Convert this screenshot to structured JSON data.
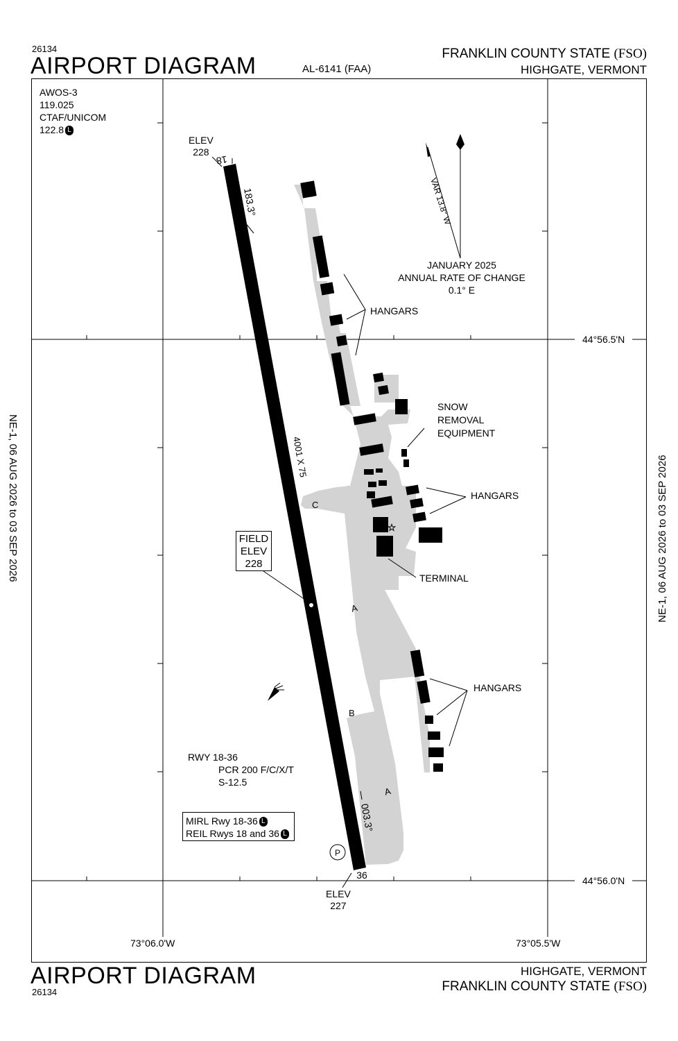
{
  "header": {
    "procedure_number_top": "26134",
    "title_top": "AIRPORT DIAGRAM",
    "chart_id": "AL-6141 (FAA)",
    "airport_name_top": "FRANKLIN COUNTY STATE",
    "airport_id_top": "(FSO)",
    "city_state_top": "HIGHGATE, VERMONT"
  },
  "footer": {
    "title_bottom": "AIRPORT DIAGRAM",
    "procedure_number_bottom": "26134",
    "city_state_bottom": "HIGHGATE, VERMONT",
    "airport_name_bottom": "FRANKLIN COUNTY STATE",
    "airport_id_bottom": "(FSO)"
  },
  "margins": {
    "left_cycle": "NE-1,  06 AUG 2026  to  03 SEP 2026",
    "right_cycle": "NE-1,  06 AUG 2026  to  03 SEP 2026"
  },
  "comms": {
    "awos": "AWOS-3",
    "awos_freq": "119.025",
    "ctaf_label": "CTAF/UNICOM",
    "ctaf_freq": "122.8",
    "lighting_badge": "L"
  },
  "runway": {
    "end_north_id": "18",
    "end_south_id": "36",
    "elev_north_label": "ELEV",
    "elev_north_value": "228",
    "elev_south_label": "ELEV",
    "elev_south_value": "227",
    "heading_north": "183.3°",
    "heading_south": "003.3°",
    "dimensions": "4001 X 75",
    "field_elev_line1": "FIELD",
    "field_elev_line2": "ELEV",
    "field_elev_value": "228"
  },
  "runway_info": {
    "line1": "RWY 18-36",
    "line2": "PCR 200 F/C/X/T",
    "line3": "S-12.5"
  },
  "lighting_box": {
    "line1": "MIRL Rwy 18-36",
    "line2": "REIL Rwys 18 and 36",
    "badge": "L"
  },
  "taxiways": {
    "a_upper": "A",
    "a_lower": "A",
    "b": "B",
    "c": "C",
    "parking": "P"
  },
  "magnetic": {
    "var_label": "VAR 13.8° W",
    "date": "JANUARY 2025",
    "rate_label": "ANNUAL RATE OF CHANGE",
    "rate_value": "0.1° E"
  },
  "labels": {
    "hangars_1": "HANGARS",
    "hangars_2": "HANGARS",
    "hangars_3": "HANGARS",
    "snow_1": "SNOW",
    "snow_2": "REMOVAL",
    "snow_3": "EQUIPMENT",
    "terminal": "TERMINAL"
  },
  "grid": {
    "lat_north": "44°56.5'N",
    "lat_south": "44°56.0'N",
    "lon_west": "73°06.0'W",
    "lon_east": "73°05.5'W"
  },
  "colors": {
    "ink": "#000000",
    "pavement": "#d3d3d3",
    "paper": "#ffffff"
  }
}
